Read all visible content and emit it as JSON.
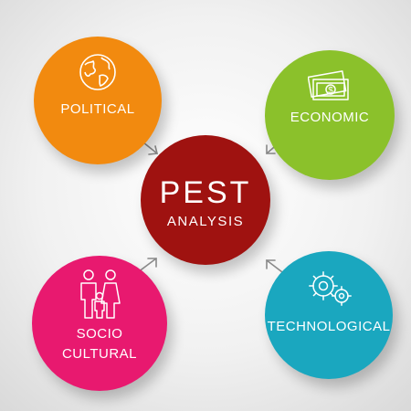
{
  "diagram": {
    "center": {
      "title": "PEST",
      "subtitle": "ANALYSIS",
      "color": "#9f1210"
    },
    "factors": [
      {
        "id": "political",
        "label": "POLITICAL",
        "color": "#f28a0f",
        "icon": "globe-icon"
      },
      {
        "id": "economic",
        "label": "ECONOMIC",
        "color": "#8bc12b",
        "icon": "money-icon"
      },
      {
        "id": "socio",
        "label_line1": "SOCIO",
        "label_line2": "CULTURAL",
        "color": "#e8196f",
        "icon": "people-icon"
      },
      {
        "id": "technological",
        "label": "TECHNOLOGICAL",
        "color": "#1aa7bf",
        "icon": "gears-icon"
      }
    ],
    "arrow_color": "#8a8a8a"
  }
}
